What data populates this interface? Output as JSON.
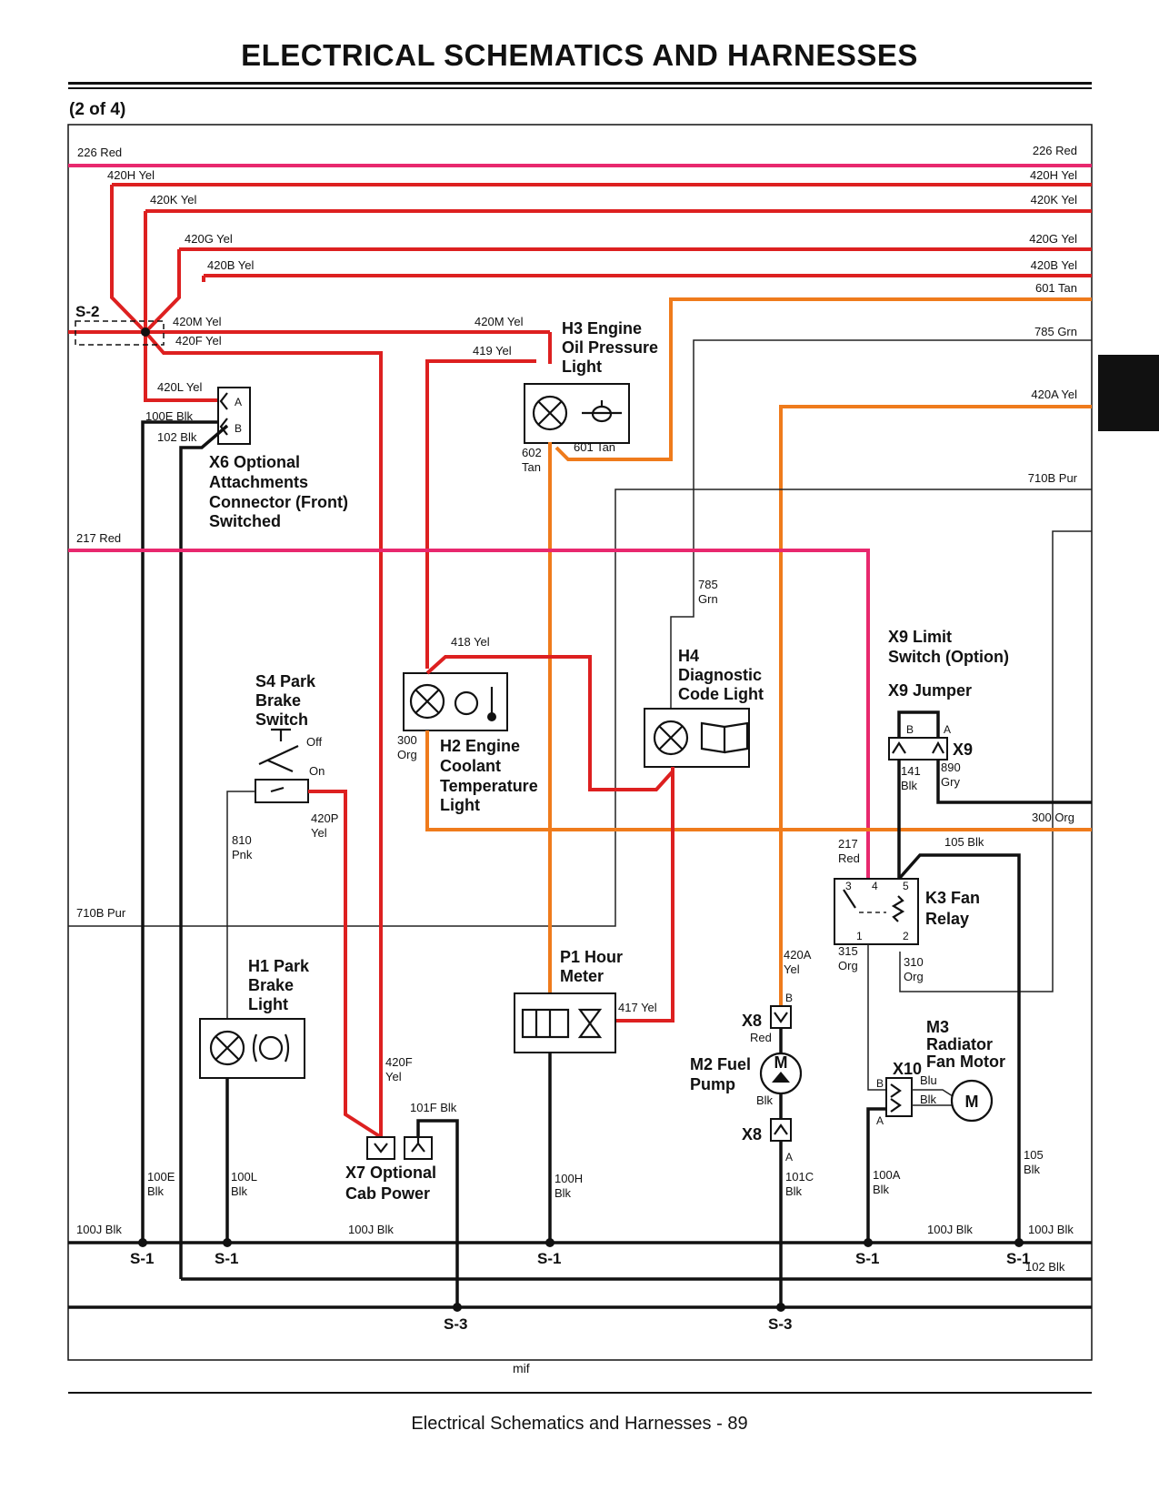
{
  "page": {
    "title": "ELECTRICAL   SCHEMATICS AND HARNESSES",
    "part": "(2 of 4)",
    "footer": "Electrical   Schematics and Harnesses  - 89",
    "mif": "mif"
  },
  "colors": {
    "red_wire": "#dd2020",
    "pink_wire": "#e8286e",
    "orange_wire": "#ef7b1c",
    "black_wire": "#111111",
    "tab": "#111111"
  },
  "wires": {
    "w226_l": "226 Red",
    "w226_r": "226 Red",
    "w420h_l": "420H Yel",
    "w420h_r": "420H Yel",
    "w420k_l": "420K Yel",
    "w420k_r": "420K Yel",
    "w420g_l": "420G Yel",
    "w420g_r": "420G Yel",
    "w420b_l": "420B Yel",
    "w420b_r": "420B Yel",
    "w601_r": "601 Tan",
    "w420m_a": "420M Yel",
    "w420m_b": "420M Yel",
    "w420f": "420F Yel",
    "w785_r": "785 Grn",
    "w419": "419 Yel",
    "w420a_r": "420A Yel",
    "w420l": "420L Yel",
    "w100e": "100E Blk",
    "w102": "102 Blk",
    "w601_h3": "601 Tan",
    "w602_a": "602",
    "w602_b": "Tan",
    "w710b_r": "710B Pur",
    "w217_l": "217 Red",
    "w785_a": "785",
    "w785_b": "Grn",
    "w418": "418 Yel",
    "w300_a": "300",
    "w300_b": "Org",
    "w141_a": "141",
    "w141_b": "Blk",
    "w890_a": "890",
    "w890_b": "Gry",
    "w300_r": "300 Org",
    "w420p_a": "420P",
    "w420p_b": "Yel",
    "w810_a": "810",
    "w810_b": "Pnk",
    "w217_a": "217",
    "w217_b": "Red",
    "w105_top": "105 Blk",
    "w710b_l": "710B Pur",
    "w420a_a": "420A",
    "w420a_b": "Yel",
    "w315_a": "315",
    "w315_b": "Org",
    "w310_a": "310",
    "w310_b": "Org",
    "w417": "417 Yel",
    "w_red": "Red",
    "w420f_a": "420F",
    "w420f_b": "Yel",
    "w101f": "101F Blk",
    "w_blu": "Blu",
    "w_blk_x10": "Blk",
    "w_blk_m2": "Blk",
    "w105_a": "105",
    "w105_b": "Blk",
    "w100e_a": "100E",
    "w100e_b": "Blk",
    "w100l_a": "100L",
    "w100l_b": "Blk",
    "w100h_a": "100H",
    "w100h_b": "Blk",
    "w101c_a": "101C",
    "w101c_b": "Blk",
    "w100a_a": "100A",
    "w100a_b": "Blk",
    "w100j_1": "100J Blk",
    "w100j_2": "100J Blk",
    "w100j_3": "100J Blk",
    "w100j_4": "100J Blk",
    "w102_bot": "102 Blk"
  },
  "components": {
    "s2": "S-2",
    "h3": [
      "H3 Engine",
      "Oil Pressure",
      "Light"
    ],
    "x6": [
      "X6 Optional",
      "Attachments",
      "Connector (Front)",
      "Switched"
    ],
    "x9": [
      "X9 Limit",
      "Switch (Option)"
    ],
    "x9j": "X9 Jumper",
    "x9tag": "X9",
    "h4": [
      "H4",
      "Diagnostic",
      "Code Light"
    ],
    "s4": [
      "S4 Park",
      "Brake",
      "Switch"
    ],
    "s4_off": "Off",
    "s4_on": "On",
    "h2": [
      "H2 Engine",
      "Coolant",
      "Temperature",
      "Light"
    ],
    "k3": [
      "K3 Fan",
      "Relay"
    ],
    "p1": [
      "P1 Hour",
      "Meter"
    ],
    "h1": [
      "H1 Park",
      "Brake",
      "Light"
    ],
    "m3": [
      "M3",
      "Radiator",
      "Fan Motor"
    ],
    "x10": "X10",
    "x8_top": "X8",
    "x8_bot": "X8",
    "m2": [
      "M2 Fuel",
      "Pump"
    ],
    "x7": [
      "X7 Optional",
      "Cab Power"
    ],
    "m_letter": "M"
  },
  "pins": {
    "x6_a": "A",
    "x6_b": "B",
    "x9_b": "B",
    "x9_a": "A",
    "k3_3": "3",
    "k3_4": "4",
    "k3_5": "5",
    "k3_1": "1",
    "k3_2": "2",
    "x8_b": "B",
    "x8_a": "A",
    "x10_b": "B",
    "x10_a": "A"
  },
  "splices": {
    "s1_1": "S-1",
    "s1_2": "S-1",
    "s1_3": "S-1",
    "s1_4": "S-1",
    "s1_5": "S-1",
    "s3_1": "S-3",
    "s3_2": "S-3"
  }
}
